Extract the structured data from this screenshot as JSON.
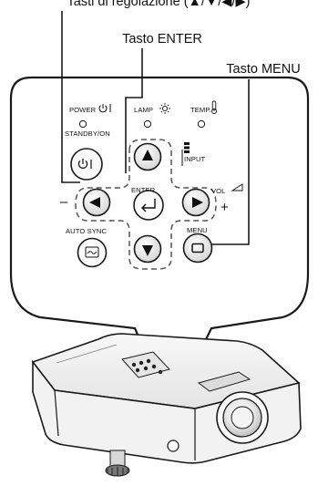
{
  "callouts": {
    "adjust": "Tasti di regolazione (▲/▼/◀/▶)",
    "enter": "Tasto ENTER",
    "menu": "Tasto MENU"
  },
  "panel": {
    "power": "POWER",
    "standby": "STANDBY/ON",
    "lamp": "LAMP",
    "temp": "TEMP.",
    "input": "INPUT",
    "enter": "ENTER",
    "vol": "VOL",
    "minus": "–",
    "plus": "+",
    "auto_sync": "AUTO SYNC",
    "menu": "MENU"
  },
  "icons": {
    "up": "up-arrow-icon",
    "down": "down-arrow-icon",
    "left": "left-arrow-icon",
    "right": "right-arrow-icon",
    "enter": "enter-icon",
    "menu": "menu-icon",
    "power": "power-icon",
    "auto_sync": "auto-sync-icon"
  },
  "colors": {
    "panel_bg": "#ffffff",
    "button_grey": "#e6e6e6",
    "arrow_button_dark": "#c9c9c9",
    "outline": "#1a1a1a"
  }
}
